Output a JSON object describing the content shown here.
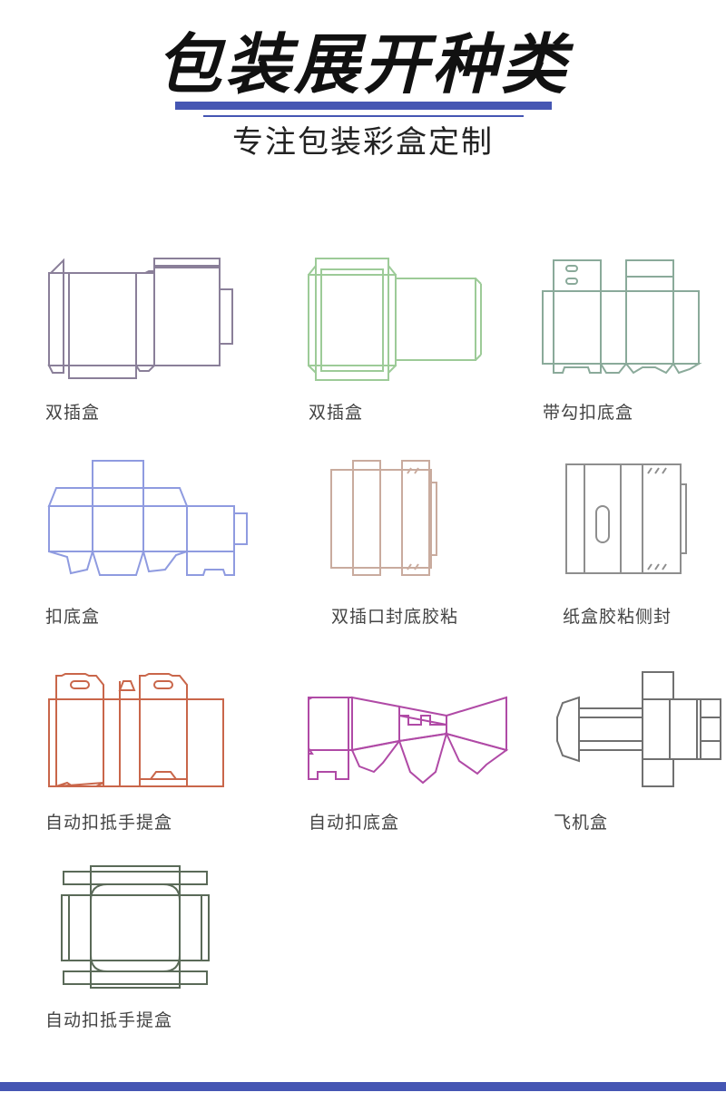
{
  "header": {
    "title": "包装展开种类",
    "subtitle": "专注包装彩盒定制"
  },
  "colors": {
    "accent": "#4556b3",
    "purple_gray": "#8a7f99",
    "green": "#9dcb98",
    "teal": "#8aaa9a",
    "periwinkle": "#8f9be0",
    "tan": "#c9ab9e",
    "gray": "#8e8e8e",
    "orange": "#c9664a",
    "magenta": "#b04aa6",
    "dark_gray": "#707070",
    "dark_green": "#5a6a58"
  },
  "boxes": [
    {
      "label": "双插盒"
    },
    {
      "label": "双插盒"
    },
    {
      "label": "带勾扣底盒"
    },
    {
      "label": "扣底盒"
    },
    {
      "label": "双插口封底胶粘"
    },
    {
      "label": "纸盒胶粘侧封"
    },
    {
      "label": "自动扣抵手提盒"
    },
    {
      "label": "自动扣底盒"
    },
    {
      "label": "飞机盒"
    },
    {
      "label": "自动扣抵手提盒"
    }
  ]
}
